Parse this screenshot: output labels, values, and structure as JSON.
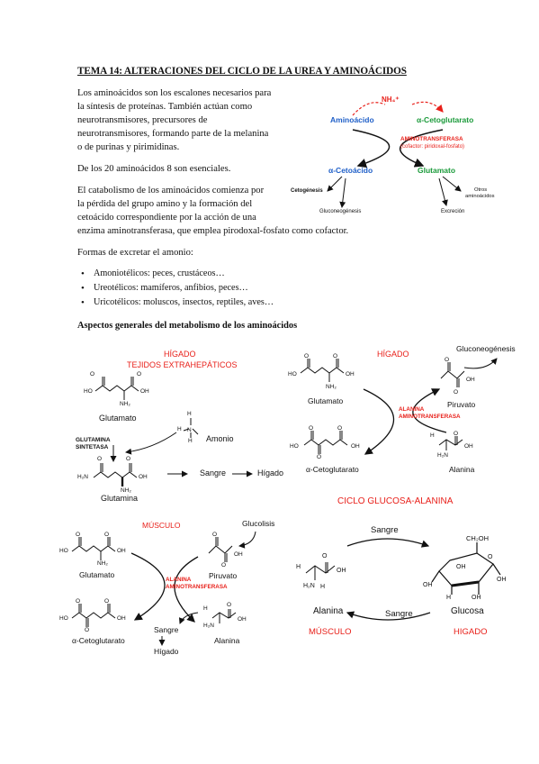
{
  "title": "TEMA 14: ALTERACIONES DEL CICLO DE LA UREA Y AMINOÁCIDOS",
  "para1": [
    "Los aminoácidos son los escalones necesarios para",
    "la síntesis de proteínas. También actúan como",
    "neurotransmisores, precursores de",
    "neurotransmisores, formando parte de la melanina",
    "o de purinas y pirimidinas."
  ],
  "para2": "De los 20 aminoácidos 8 son esenciales.",
  "para3": [
    "El catabolismo de los aminoácidos comienza por",
    "la pérdida del grupo amino y la formación del",
    "cetoácido correspondiente por la acción de una",
    "enzima aminotransferasa, que emplea pirodoxal-fosfato como cofactor."
  ],
  "formas_intro": "Formas de excretar el amonio:",
  "bullets": [
    "Amoniotélicos: peces, crustáceos…",
    "Ureotélicos: mamíferos, anfibios, peces…",
    "Uricotélicos: moluscos, insectos, reptiles, aves…"
  ],
  "subheading": "Aspectos generales del metabolismo de los aminoácidos",
  "fig1": {
    "nh4": "NH₄⁺",
    "aminoacido": "Aminoácido",
    "cetoglutarato": "α-Cetoglutarato",
    "enzyme": "AMINOTRANSFERASA",
    "cofactor": "(cofactor: piridoxal-fosfato)",
    "cetoacido": "α-Cetoácido",
    "glutamato": "Glutamato",
    "cetogenesis": "Cetogénesis",
    "gluconeogenesis": "Gluconeogénesis",
    "otros": "Otros",
    "aminoacidos": "aminoácidos",
    "excrecion": "Excreción"
  },
  "fig2": {
    "higado": "HÍGADO",
    "tejidos": "TEJIDOS EXTRAHEPÁTICOS",
    "glutamato": "Glutamato",
    "amonio": "Amonio",
    "enzyme1": "GLUTAMINA",
    "enzyme2": "SINTETASA",
    "glutamina": "Glutamina",
    "sangre": "Sangre",
    "higado2": "Hígado"
  },
  "fig3": {
    "higado": "HÍGADO",
    "gluconeogenesis": "Gluconeogénesis",
    "glutamato": "Glutamato",
    "piruvato": "Piruvato",
    "enzyme1": "ALANINA",
    "enzyme2": "AMINOTRANSFERASA",
    "cetoglutarato": "α-Cetoglutarato",
    "alanina": "Alanina"
  },
  "fig4": {
    "musculo": "MÚSCULO",
    "glucolisis": "Glucolisis",
    "glutamato": "Glutamato",
    "piruvato": "Piruvato",
    "enzyme1": "ALANINA",
    "enzyme2": "AMINOTRANSFERASA",
    "cetoglutarato": "α-Cetoglutarato",
    "sangre": "Sangre",
    "higado": "Hígado",
    "alanina": "Alanina"
  },
  "fig5": {
    "title": "CICLO GLUCOSA-ALANINA",
    "sangre_top": "Sangre",
    "sangre_bottom": "Sangre",
    "alanina": "Alanina",
    "glucosa": "Glucosa",
    "musculo": "MÚSCULO",
    "higado": "HIGADO"
  },
  "chem": {
    "oh": "OH",
    "ho": "HO",
    "o": "O",
    "nh2": "NH₂",
    "h2n": "H₂N",
    "ch2oh": "CH₂OH",
    "h": "H",
    "n": "N"
  }
}
